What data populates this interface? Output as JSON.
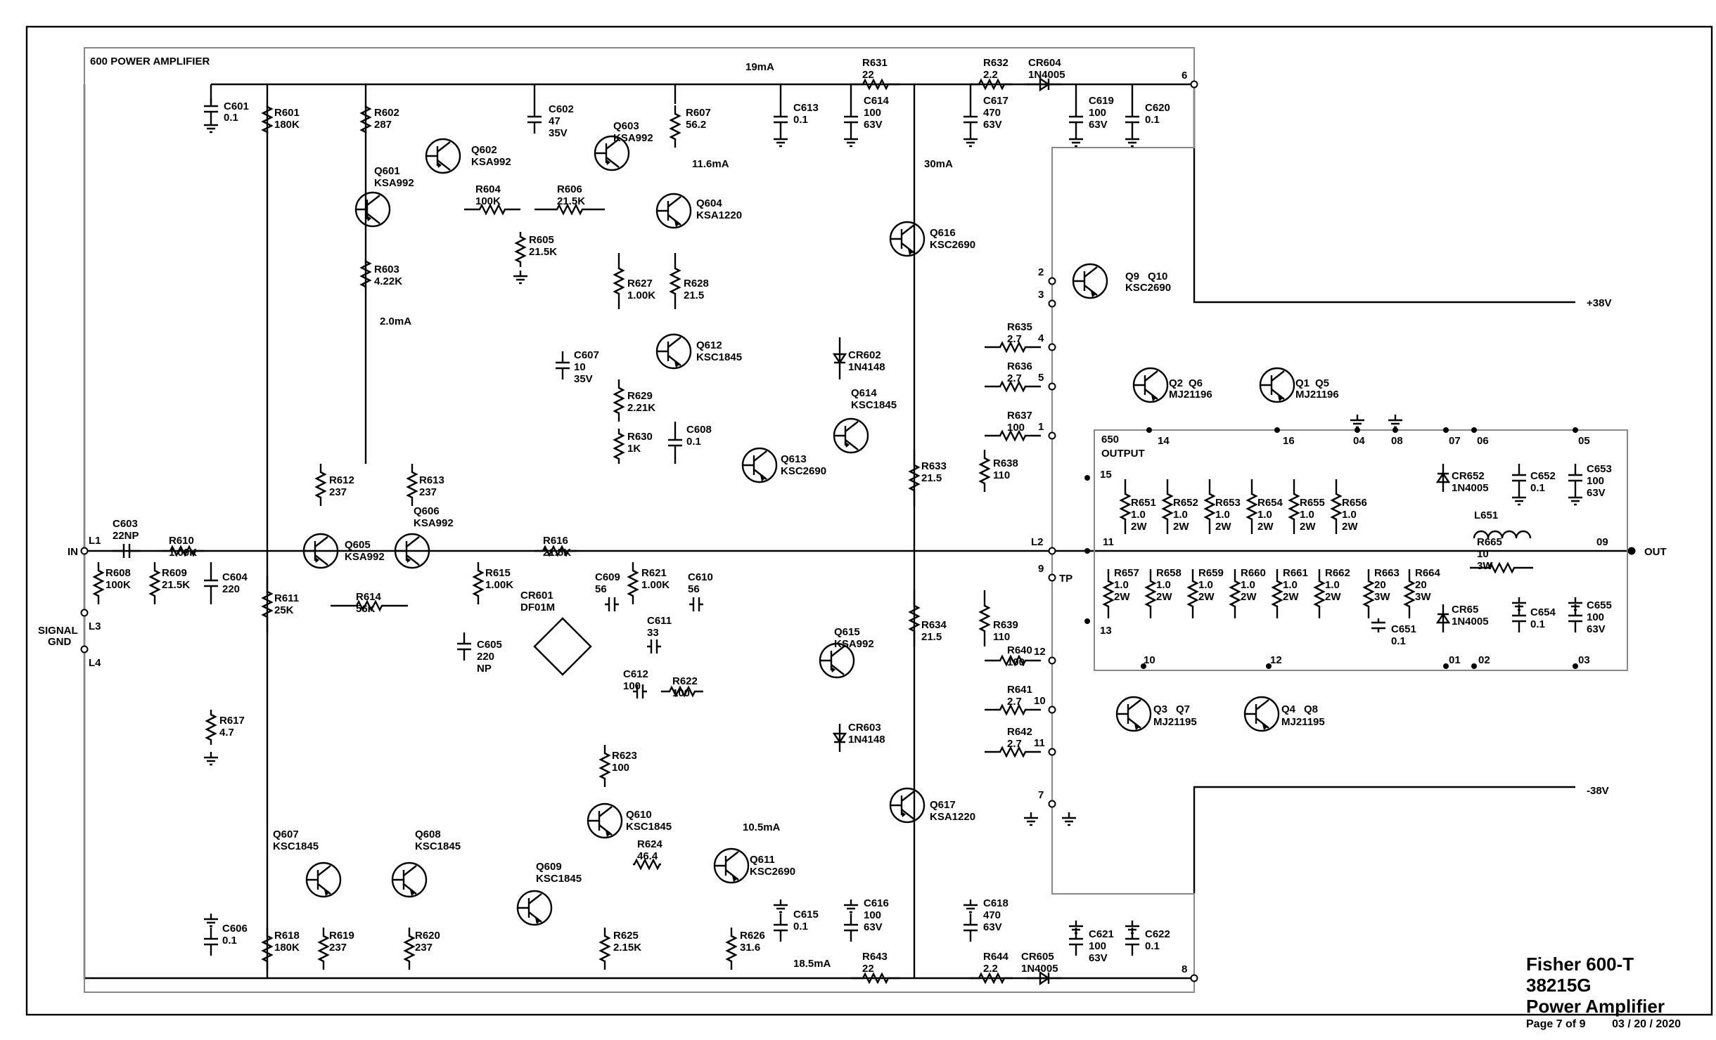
{
  "blocks": {
    "amp": "600 POWER AMPLIFIER",
    "output": [
      "650",
      "OUTPUT"
    ]
  },
  "title_block": {
    "line1": "Fisher 600-T 38215G",
    "line2": "Power Amplifier",
    "page": "Page 7 of 9",
    "date": "03 / 20 / 2020"
  },
  "rails": {
    "pos": "+38V",
    "neg": "-38V"
  },
  "io": {
    "in": "IN",
    "out": "OUT",
    "gnd": [
      "SIGNAL",
      "GND"
    ]
  },
  "currents": [
    "19mA",
    "11.6mA",
    "30mA",
    "2.0mA",
    "10.5mA",
    "18.5mA"
  ],
  "transistor_extra": {
    "q9": "Q9",
    "q10": "Q10",
    "q2": "Q2",
    "q6": "Q6",
    "q1": "Q1",
    "q5": "Q5",
    "q3": "Q3",
    "q7": "Q7",
    "q4": "Q4",
    "q8": "Q8",
    "colors": {
      "red": "#e00000",
      "green": "#00b000"
    }
  },
  "labels": [
    {
      "id": "C601",
      "t": [
        "C601",
        "0.1"
      ]
    },
    {
      "id": "R601",
      "t": [
        "R601",
        "180K"
      ]
    },
    {
      "id": "R602",
      "t": [
        "R602",
        "287"
      ]
    },
    {
      "id": "Q602",
      "t": [
        "Q602",
        "KSA992"
      ]
    },
    {
      "id": "Q601",
      "t": [
        "Q601",
        "KSA992"
      ]
    },
    {
      "id": "R604",
      "t": [
        "R604",
        "100K"
      ]
    },
    {
      "id": "C602",
      "t": [
        "C602",
        "47",
        "35V"
      ]
    },
    {
      "id": "Q603",
      "t": [
        "Q603",
        "KSA992"
      ]
    },
    {
      "id": "R607",
      "t": [
        "R607",
        "56.2"
      ]
    },
    {
      "id": "R606",
      "t": [
        "R606",
        "21.5K"
      ]
    },
    {
      "id": "Q604",
      "t": [
        "Q604",
        "KSA1220"
      ]
    },
    {
      "id": "R605",
      "t": [
        "R605",
        "21.5K"
      ]
    },
    {
      "id": "R603",
      "t": [
        "R603",
        "4.22K"
      ]
    },
    {
      "id": "C613",
      "t": [
        "C613",
        "0.1"
      ]
    },
    {
      "id": "C614",
      "t": [
        "C614",
        "100",
        "63V"
      ]
    },
    {
      "id": "R631",
      "t": [
        "R631",
        "22"
      ]
    },
    {
      "id": "R632",
      "t": [
        "R632",
        "2.2"
      ]
    },
    {
      "id": "CR604",
      "t": [
        "CR604",
        "1N4005"
      ]
    },
    {
      "id": "C617",
      "t": [
        "C617",
        "470",
        "63V"
      ]
    },
    {
      "id": "C619",
      "t": [
        "C619",
        "100",
        "63V"
      ]
    },
    {
      "id": "C620",
      "t": [
        "C620",
        "0.1"
      ]
    },
    {
      "id": "Q616",
      "t": [
        "Q616",
        "KSC2690"
      ]
    },
    {
      "id": "R627",
      "t": [
        "R627",
        "1.00K"
      ]
    },
    {
      "id": "R628",
      "t": [
        "R628",
        "21.5"
      ]
    },
    {
      "id": "C607",
      "t": [
        "C607",
        "10",
        "35V"
      ]
    },
    {
      "id": "Q612",
      "t": [
        "Q612",
        "KSC1845"
      ]
    },
    {
      "id": "R629",
      "t": [
        "R629",
        "2.21K"
      ]
    },
    {
      "id": "R630",
      "t": [
        "R630",
        "1K"
      ]
    },
    {
      "id": "C608",
      "t": [
        "C608",
        "0.1"
      ]
    },
    {
      "id": "Q613",
      "t": [
        "Q613",
        "KSC2690"
      ]
    },
    {
      "id": "CR602",
      "t": [
        "CR602",
        "1N4148"
      ]
    },
    {
      "id": "Q614",
      "t": [
        "Q614",
        "KSC1845"
      ]
    },
    {
      "id": "R635",
      "t": [
        "R635",
        "2.7"
      ]
    },
    {
      "id": "R636",
      "t": [
        "R636",
        "2.7"
      ]
    },
    {
      "id": "R637",
      "t": [
        "R637",
        "100"
      ]
    },
    {
      "id": "R638",
      "t": [
        "R638",
        "110"
      ]
    },
    {
      "id": "R633",
      "t": [
        "R633",
        "21.5"
      ]
    },
    {
      "id": "R612",
      "t": [
        "R612",
        "237"
      ]
    },
    {
      "id": "R613",
      "t": [
        "R613",
        "237"
      ]
    },
    {
      "id": "Q606",
      "t": [
        "Q606",
        "KSA992"
      ]
    },
    {
      "id": "Q605",
      "t": [
        "Q605",
        "KSA992"
      ]
    },
    {
      "id": "C603",
      "t": [
        "C603",
        "22NP"
      ]
    },
    {
      "id": "R610",
      "t": [
        "R610",
        "1.00K"
      ]
    },
    {
      "id": "R608",
      "t": [
        "R608",
        "100K"
      ]
    },
    {
      "id": "R609",
      "t": [
        "R609",
        "21.5K"
      ]
    },
    {
      "id": "C604",
      "t": [
        "C604",
        "220"
      ]
    },
    {
      "id": "R611",
      "t": [
        "R611",
        "25K"
      ]
    },
    {
      "id": "R614",
      "t": [
        "R614",
        "56K"
      ]
    },
    {
      "id": "R616",
      "t": [
        "R616",
        "21.5K"
      ]
    },
    {
      "id": "R615",
      "t": [
        "R615",
        "1.00K"
      ]
    },
    {
      "id": "CR601",
      "t": [
        "CR601",
        "DF01M"
      ]
    },
    {
      "id": "C609",
      "t": [
        "C609",
        "56"
      ]
    },
    {
      "id": "R621",
      "t": [
        "R621",
        "1.00K"
      ]
    },
    {
      "id": "C610",
      "t": [
        "C610",
        "56"
      ]
    },
    {
      "id": "C611",
      "t": [
        "C611",
        "33"
      ]
    },
    {
      "id": "C605",
      "t": [
        "C605",
        "220",
        "NP"
      ]
    },
    {
      "id": "C612",
      "t": [
        "C612",
        "100"
      ]
    },
    {
      "id": "R622",
      "t": [
        "R622",
        "100"
      ]
    },
    {
      "id": "R617",
      "t": [
        "R617",
        "4.7"
      ]
    },
    {
      "id": "Q615",
      "t": [
        "Q615",
        "KSA992"
      ]
    },
    {
      "id": "R634",
      "t": [
        "R634",
        "21.5"
      ]
    },
    {
      "id": "R639",
      "t": [
        "R639",
        "110"
      ]
    },
    {
      "id": "R640",
      "t": [
        "R640",
        "100"
      ]
    },
    {
      "id": "CR603",
      "t": [
        "CR603",
        "1N4148"
      ]
    },
    {
      "id": "R641",
      "t": [
        "R641",
        "2.7"
      ]
    },
    {
      "id": "R642",
      "t": [
        "R642",
        "2.7"
      ]
    },
    {
      "id": "R623",
      "t": [
        "R623",
        "100"
      ]
    },
    {
      "id": "Q610",
      "t": [
        "Q610",
        "KSC1845"
      ]
    },
    {
      "id": "R624",
      "t": [
        "R624",
        "46.4"
      ]
    },
    {
      "id": "Q611",
      "t": [
        "Q611",
        "KSC2690"
      ]
    },
    {
      "id": "Q617",
      "t": [
        "Q617",
        "KSA1220"
      ]
    },
    {
      "id": "Q607",
      "t": [
        "Q607",
        "KSC1845"
      ]
    },
    {
      "id": "Q608",
      "t": [
        "Q608",
        "KSC1845"
      ]
    },
    {
      "id": "Q609",
      "t": [
        "Q609",
        "KSC1845"
      ]
    },
    {
      "id": "C606",
      "t": [
        "C606",
        "0.1"
      ]
    },
    {
      "id": "R618",
      "t": [
        "R618",
        "180K"
      ]
    },
    {
      "id": "R619",
      "t": [
        "R619",
        "237"
      ]
    },
    {
      "id": "R620",
      "t": [
        "R620",
        "237"
      ]
    },
    {
      "id": "R625",
      "t": [
        "R625",
        "2.15K"
      ]
    },
    {
      "id": "R626",
      "t": [
        "R626",
        "31.6"
      ]
    },
    {
      "id": "C615",
      "t": [
        "C615",
        "0.1"
      ]
    },
    {
      "id": "C616",
      "t": [
        "C616",
        "100",
        "63V"
      ]
    },
    {
      "id": "R643",
      "t": [
        "R643",
        "22"
      ]
    },
    {
      "id": "C618",
      "t": [
        "C618",
        "470",
        "63V"
      ]
    },
    {
      "id": "R644",
      "t": [
        "R644",
        "2.2"
      ]
    },
    {
      "id": "CR605",
      "t": [
        "CR605",
        "1N4005"
      ]
    },
    {
      "id": "C621",
      "t": [
        "C621",
        "100",
        "63V"
      ]
    },
    {
      "id": "C622",
      "t": [
        "C622",
        "0.1"
      ]
    },
    {
      "id": "Q9m",
      "t": [
        "KSC2690"
      ]
    },
    {
      "id": "Q2m",
      "t": [
        "MJ21196"
      ]
    },
    {
      "id": "Q1m",
      "t": [
        "MJ21196"
      ]
    },
    {
      "id": "Q3m",
      "t": [
        "MJ21195"
      ]
    },
    {
      "id": "Q4m",
      "t": [
        "MJ21195"
      ]
    },
    {
      "id": "R651",
      "t": [
        "R651",
        "1.0",
        "2W"
      ]
    },
    {
      "id": "R652",
      "t": [
        "R652",
        "1.0",
        "2W"
      ]
    },
    {
      "id": "R653",
      "t": [
        "R653",
        "1.0",
        "2W"
      ]
    },
    {
      "id": "R654",
      "t": [
        "R654",
        "1.0",
        "2W"
      ]
    },
    {
      "id": "R655",
      "t": [
        "R655",
        "1.0",
        "2W"
      ]
    },
    {
      "id": "R656",
      "t": [
        "R656",
        "1.0",
        "2W"
      ]
    },
    {
      "id": "R657",
      "t": [
        "R657",
        "1.0",
        "2W"
      ]
    },
    {
      "id": "R658",
      "t": [
        "R658",
        "1.0",
        "2W"
      ]
    },
    {
      "id": "R659",
      "t": [
        "R659",
        "1.0",
        "2W"
      ]
    },
    {
      "id": "R660",
      "t": [
        "R660",
        "1.0",
        "2W"
      ]
    },
    {
      "id": "R661",
      "t": [
        "R661",
        "1.0",
        "2W"
      ]
    },
    {
      "id": "R662",
      "t": [
        "R662",
        "1.0",
        "2W"
      ]
    },
    {
      "id": "R663",
      "t": [
        "R663",
        "20",
        "3W"
      ]
    },
    {
      "id": "R664",
      "t": [
        "R664",
        "20",
        "3W"
      ]
    },
    {
      "id": "C651",
      "t": [
        "C651",
        "0.1"
      ]
    },
    {
      "id": "CR652",
      "t": [
        "CR652",
        "1N4005"
      ]
    },
    {
      "id": "C652",
      "t": [
        "C652",
        "0.1"
      ]
    },
    {
      "id": "C653",
      "t": [
        "C653",
        "100",
        "63V"
      ]
    },
    {
      "id": "L651",
      "t": [
        "L651"
      ]
    },
    {
      "id": "R665",
      "t": [
        "R665",
        "10",
        "3W"
      ]
    },
    {
      "id": "CR65",
      "t": [
        "CR65",
        "1N4005"
      ]
    },
    {
      "id": "C654",
      "t": [
        "C654",
        "0.1"
      ]
    },
    {
      "id": "C655",
      "t": [
        "C655",
        "100",
        "63V"
      ]
    }
  ],
  "pins": [
    {
      "id": "p6",
      "t": "6"
    },
    {
      "id": "p2",
      "t": "2"
    },
    {
      "id": "p3",
      "t": "3"
    },
    {
      "id": "p4",
      "t": "4"
    },
    {
      "id": "p5",
      "t": "5"
    },
    {
      "id": "p1",
      "t": "1"
    },
    {
      "id": "pL2",
      "t": "L2"
    },
    {
      "id": "p9",
      "t": "9"
    },
    {
      "id": "pTP",
      "t": "TP"
    },
    {
      "id": "p12",
      "t": "12"
    },
    {
      "id": "p10",
      "t": "10"
    },
    {
      "id": "p11",
      "t": "11"
    },
    {
      "id": "p7",
      "t": "7"
    },
    {
      "id": "p8",
      "t": "8"
    },
    {
      "id": "pL1",
      "t": "L1"
    },
    {
      "id": "pL3",
      "t": "L3"
    },
    {
      "id": "pL4",
      "t": "L4"
    },
    {
      "id": "o14",
      "t": "14"
    },
    {
      "id": "o16",
      "t": "16"
    },
    {
      "id": "o04",
      "t": "04"
    },
    {
      "id": "o08",
      "t": "08"
    },
    {
      "id": "o07",
      "t": "07"
    },
    {
      "id": "o06",
      "t": "06"
    },
    {
      "id": "o05",
      "t": "05"
    },
    {
      "id": "o15",
      "t": "15"
    },
    {
      "id": "o11",
      "t": "11"
    },
    {
      "id": "o13",
      "t": "13"
    },
    {
      "id": "o10",
      "t": "10"
    },
    {
      "id": "o12",
      "t": "12"
    },
    {
      "id": "o01",
      "t": "01"
    },
    {
      "id": "o02",
      "t": "02"
    },
    {
      "id": "o03",
      "t": "03"
    },
    {
      "id": "o09",
      "t": "09"
    }
  ]
}
